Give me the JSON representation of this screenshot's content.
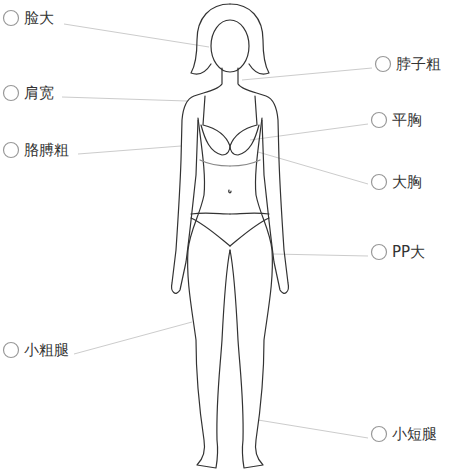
{
  "diagram": {
    "labels": [
      "脸大",
      "脖子粗",
      "肩宽",
      "平胸",
      "胳膊粗",
      "大胸",
      "PP大",
      "小粗腿",
      "小短腿"
    ]
  }
}
